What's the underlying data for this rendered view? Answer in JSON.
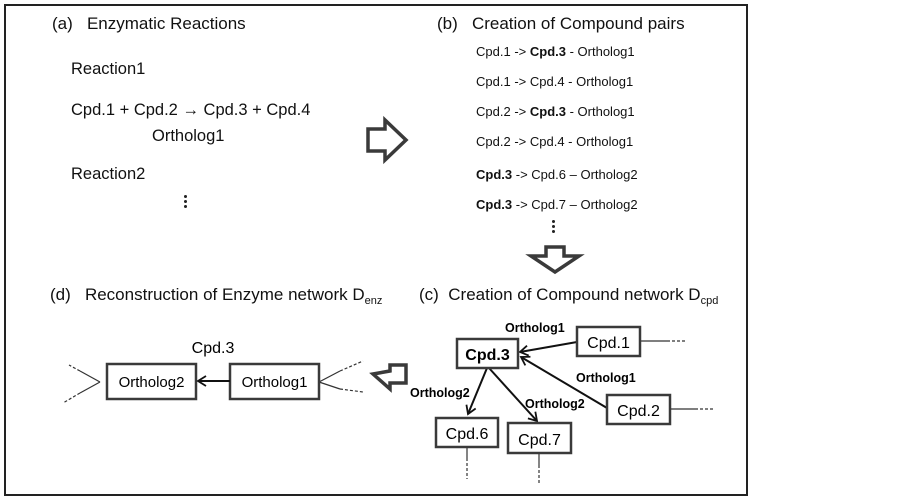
{
  "panels": {
    "a": {
      "tag": "(a)",
      "title": "Enzymatic Reactions",
      "reaction1_label": "Reaction1",
      "reaction1_equation": "Cpd.1 + Cpd.2 → Cpd.3 + Cpd.4",
      "reaction1_enzyme": "Ortholog1",
      "reaction2_label": "Reaction2"
    },
    "b": {
      "tag": "(b)",
      "title": "Creation of Compound pairs",
      "pairs": [
        {
          "from": "Cpd.1",
          "from_bold": false,
          "arrow": " -> ",
          "to": "Cpd.3",
          "to_bold": true,
          "sep": " - ",
          "enzyme": "Ortholog1"
        },
        {
          "from": "Cpd.1",
          "from_bold": false,
          "arrow": " -> ",
          "to": "Cpd.4",
          "to_bold": false,
          "sep": " - ",
          "enzyme": "Ortholog1"
        },
        {
          "from": "Cpd.2",
          "from_bold": false,
          "arrow": " -> ",
          "to": "Cpd.3",
          "to_bold": true,
          "sep": " - ",
          "enzyme": "Ortholog1"
        },
        {
          "from": "Cpd.2",
          "from_bold": false,
          "arrow": " -> ",
          "to": "Cpd.4",
          "to_bold": false,
          "sep": " - ",
          "enzyme": "Ortholog1"
        },
        {
          "from": "Cpd.3",
          "from_bold": true,
          "arrow": " -> ",
          "to": "Cpd.6",
          "to_bold": false,
          "sep": " – ",
          "enzyme": "Ortholog2"
        },
        {
          "from": "Cpd.3",
          "from_bold": true,
          "arrow": " -> ",
          "to": "Cpd.7",
          "to_bold": false,
          "sep": " – ",
          "enzyme": "Ortholog2"
        }
      ]
    },
    "c": {
      "tag": "(c)",
      "title": "Creation of Compound network D",
      "title_sub": "cpd",
      "nodes": {
        "cpd3": "Cpd.3",
        "cpd1": "Cpd.1",
        "cpd2": "Cpd.2",
        "cpd6": "Cpd.6",
        "cpd7": "Cpd.7"
      },
      "edges": {
        "cpd1_cpd3": "Ortholog1",
        "cpd2_cpd3": "Ortholog1",
        "cpd3_cpd6": "Ortholog2",
        "cpd3_cpd7": "Ortholog2"
      }
    },
    "d": {
      "tag": "(d)",
      "title": "Reconstruction of Enzyme network D",
      "title_sub": "enz",
      "nodes": {
        "ortholog2": "Ortholog2",
        "ortholog1": "Ortholog1"
      },
      "edge_label": "Cpd.3"
    }
  },
  "colors": {
    "frame": "#222222",
    "box_border": "#3a3a3a",
    "flow_arrow": "#3a3a3a",
    "text": "#111111"
  },
  "icons": {
    "flow_a_to_b": "right-outline-arrow-icon",
    "flow_b_to_c": "down-outline-arrow-icon",
    "flow_c_to_d": "left-outline-arrow-icon"
  }
}
